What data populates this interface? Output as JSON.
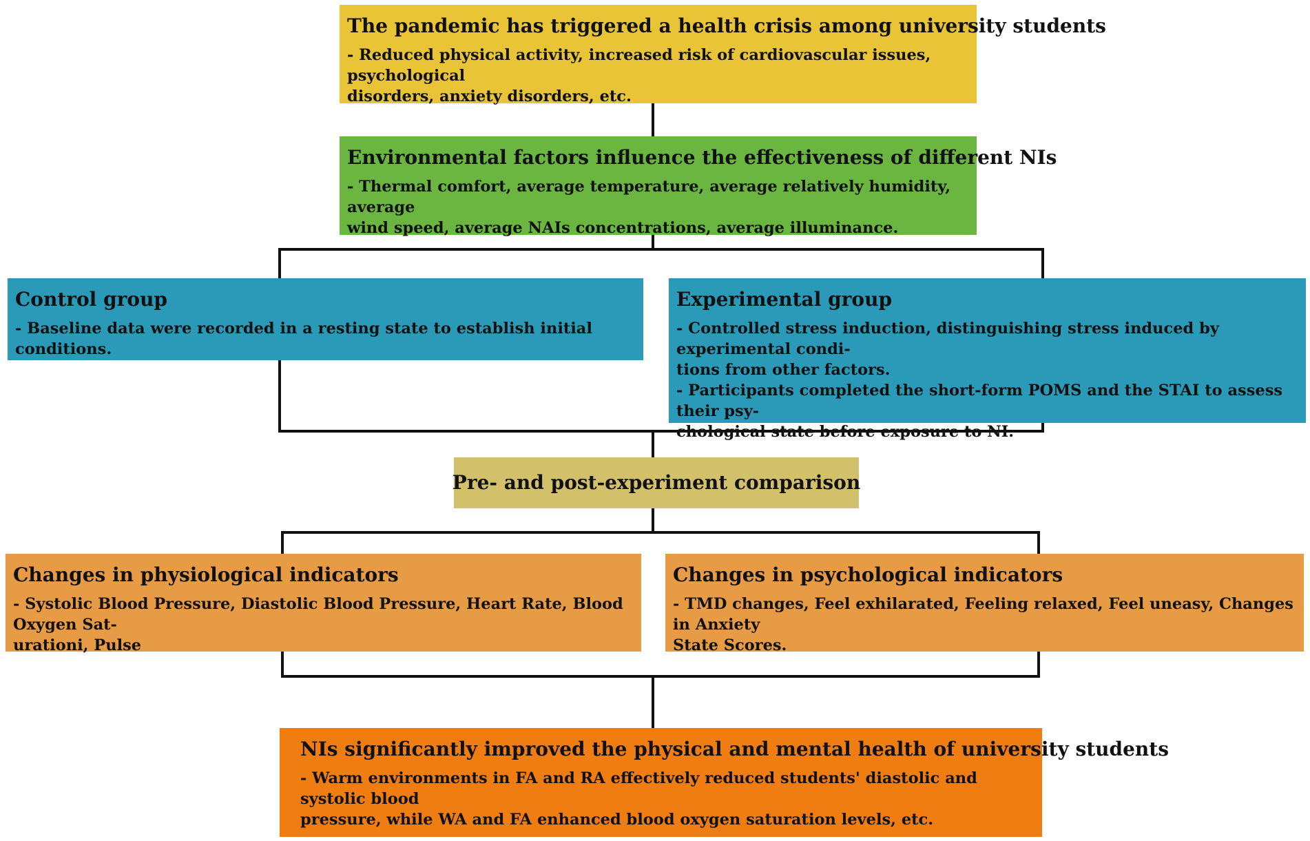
{
  "colors": {
    "yellow": "#e8c436",
    "green": "#6bb641",
    "teal": "#2b9ab8",
    "khaki": "#d3c06a",
    "light_orange": "#e89b45",
    "dark_orange": "#f07d12",
    "line": "#111111"
  },
  "boxes": {
    "pandemic": {
      "title": "The pandemic has triggered a health crisis among university students",
      "lines": [
        "- Reduced physical activity, increased risk of cardiovascular issues, psychological",
        "disorders, anxiety disorders, etc."
      ]
    },
    "environment": {
      "title": "Environmental factors influence the effectiveness of different NIs",
      "lines": [
        "- Thermal comfort,  average temperature, average relatively humidity, average",
        "wind speed, average NAIs concentrations, average illuminance."
      ]
    },
    "control": {
      "title": "Control group",
      "lines": [
        "- Baseline data were recorded in a resting state to establish initial conditions."
      ]
    },
    "experimental": {
      "title": "Experimental group",
      "lines": [
        "- Controlled stress induction, distinguishing stress induced by experimental condi-",
        "tions from other factors.",
        "- Participants completed the short-form POMS and the STAI to assess their psy-",
        "chological state before exposure to NI."
      ]
    },
    "comparison": {
      "title": "Pre- and post-experiment comparison"
    },
    "physiological": {
      "title": "Changes in physiological indicators",
      "lines": [
        "- Systolic Blood Pressure, Diastolic Blood Pressure,  Heart Rate, Blood Oxygen Sat-",
        "urationi,  Pulse"
      ]
    },
    "psychological": {
      "title": "Changes in psychological indicators",
      "lines": [
        "- TMD changes, Feel exhilarated,  Feeling relaxed, Feel uneasy, Changes in Anxiety",
        "State Scores."
      ]
    },
    "outcome": {
      "title": "NIs significantly improved the physical and mental health of university students",
      "lines": [
        "- Warm environments in FA and RA effectively reduced students' diastolic and systolic blood",
        "pressure, while WA and FA enhanced blood oxygen saturation levels, etc."
      ]
    }
  }
}
